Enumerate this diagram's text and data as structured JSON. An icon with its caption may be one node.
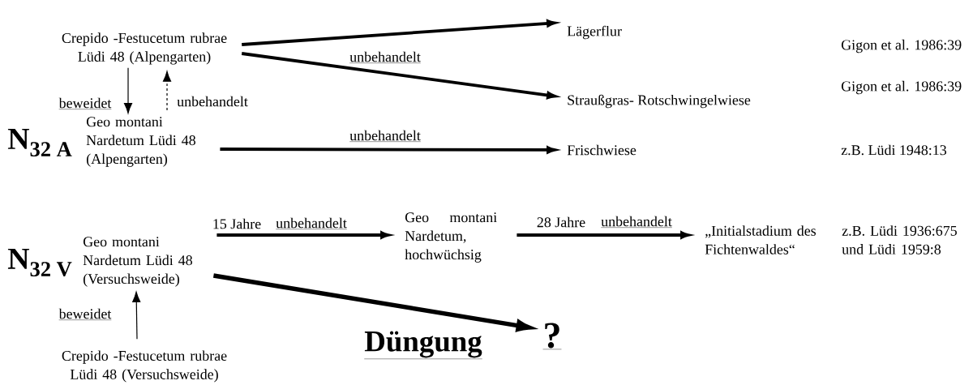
{
  "diagram": {
    "nodes": [
      {
        "text": [
          "Crepido -Festucetum rubrae Lüdi 48 (Alpengarten)"
        ]
      },
      {
        "text": [
          "Lägerflur"
        ]
      },
      {
        "text": [
          "Straußgras-  Rotschwingelwiese"
        ]
      },
      {
        "text": [
          "Geo montani Nardetum Lüdi 48 (Alpengarten)"
        ]
      },
      {
        "text": [
          "Frischwiese"
        ]
      },
      {
        "text": [
          "Geo montani Nardetum Lüdi 48 (Versuchsweide)"
        ]
      },
      {
        "text": [
          "Geo montani Nardetum, hochwüchsig"
        ]
      },
      {
        "text": [
          "„Initialstadium des Fichtenwaldes“"
        ],
        "beside": [
          "z.B. Lüdi 1936:675 und Lüdi 1959:8"
        ]
      },
      {
        "text": [
          "?"
        ]
      },
      {
        "text": [
          "Crepido -Festucetum rubrae Lüdi 48 (Versuchsweide)"
        ]
      }
    ],
    "edges": [
      {
        "from": 0,
        "to": 1,
        "arrow": "to"
      },
      {
        "from": 0,
        "to": 2,
        "arrow": "to",
        "label": "unbehandelt"
      },
      {
        "from": 0,
        "to": 3,
        "arrow": "to",
        "label": "beweidet"
      },
      {
        "from": 3,
        "to": 0,
        "arrow": "to",
        "style": "dashed",
        "label": "unbehandelt"
      },
      {
        "from": 3,
        "to": 4,
        "arrow": "to",
        "label": "unbehandelt"
      },
      {
        "from": 5,
        "to": 6,
        "arrow": "to",
        "label": "unbehandelt"
      },
      {
        "from": 6,
        "to": 7,
        "arrow": "to",
        "label": "unbehandelt"
      },
      {
        "from": 5,
        "to": 8,
        "arrow": "to",
        "label": "Düngung"
      },
      {
        "from": 9,
        "to": 5,
        "arrow": "to",
        "label": "beweidet"
      }
    ],
    "labels": [
      "Gigon et  al. 1986:39",
      "Gigon et  al. 1986:39",
      "N$_{32 A}$",
      "z.B. Lüdi 1948:13",
      "15 Jahre",
      "28 Jahre",
      "N$_{32 V}$"
    ]
  }
}
